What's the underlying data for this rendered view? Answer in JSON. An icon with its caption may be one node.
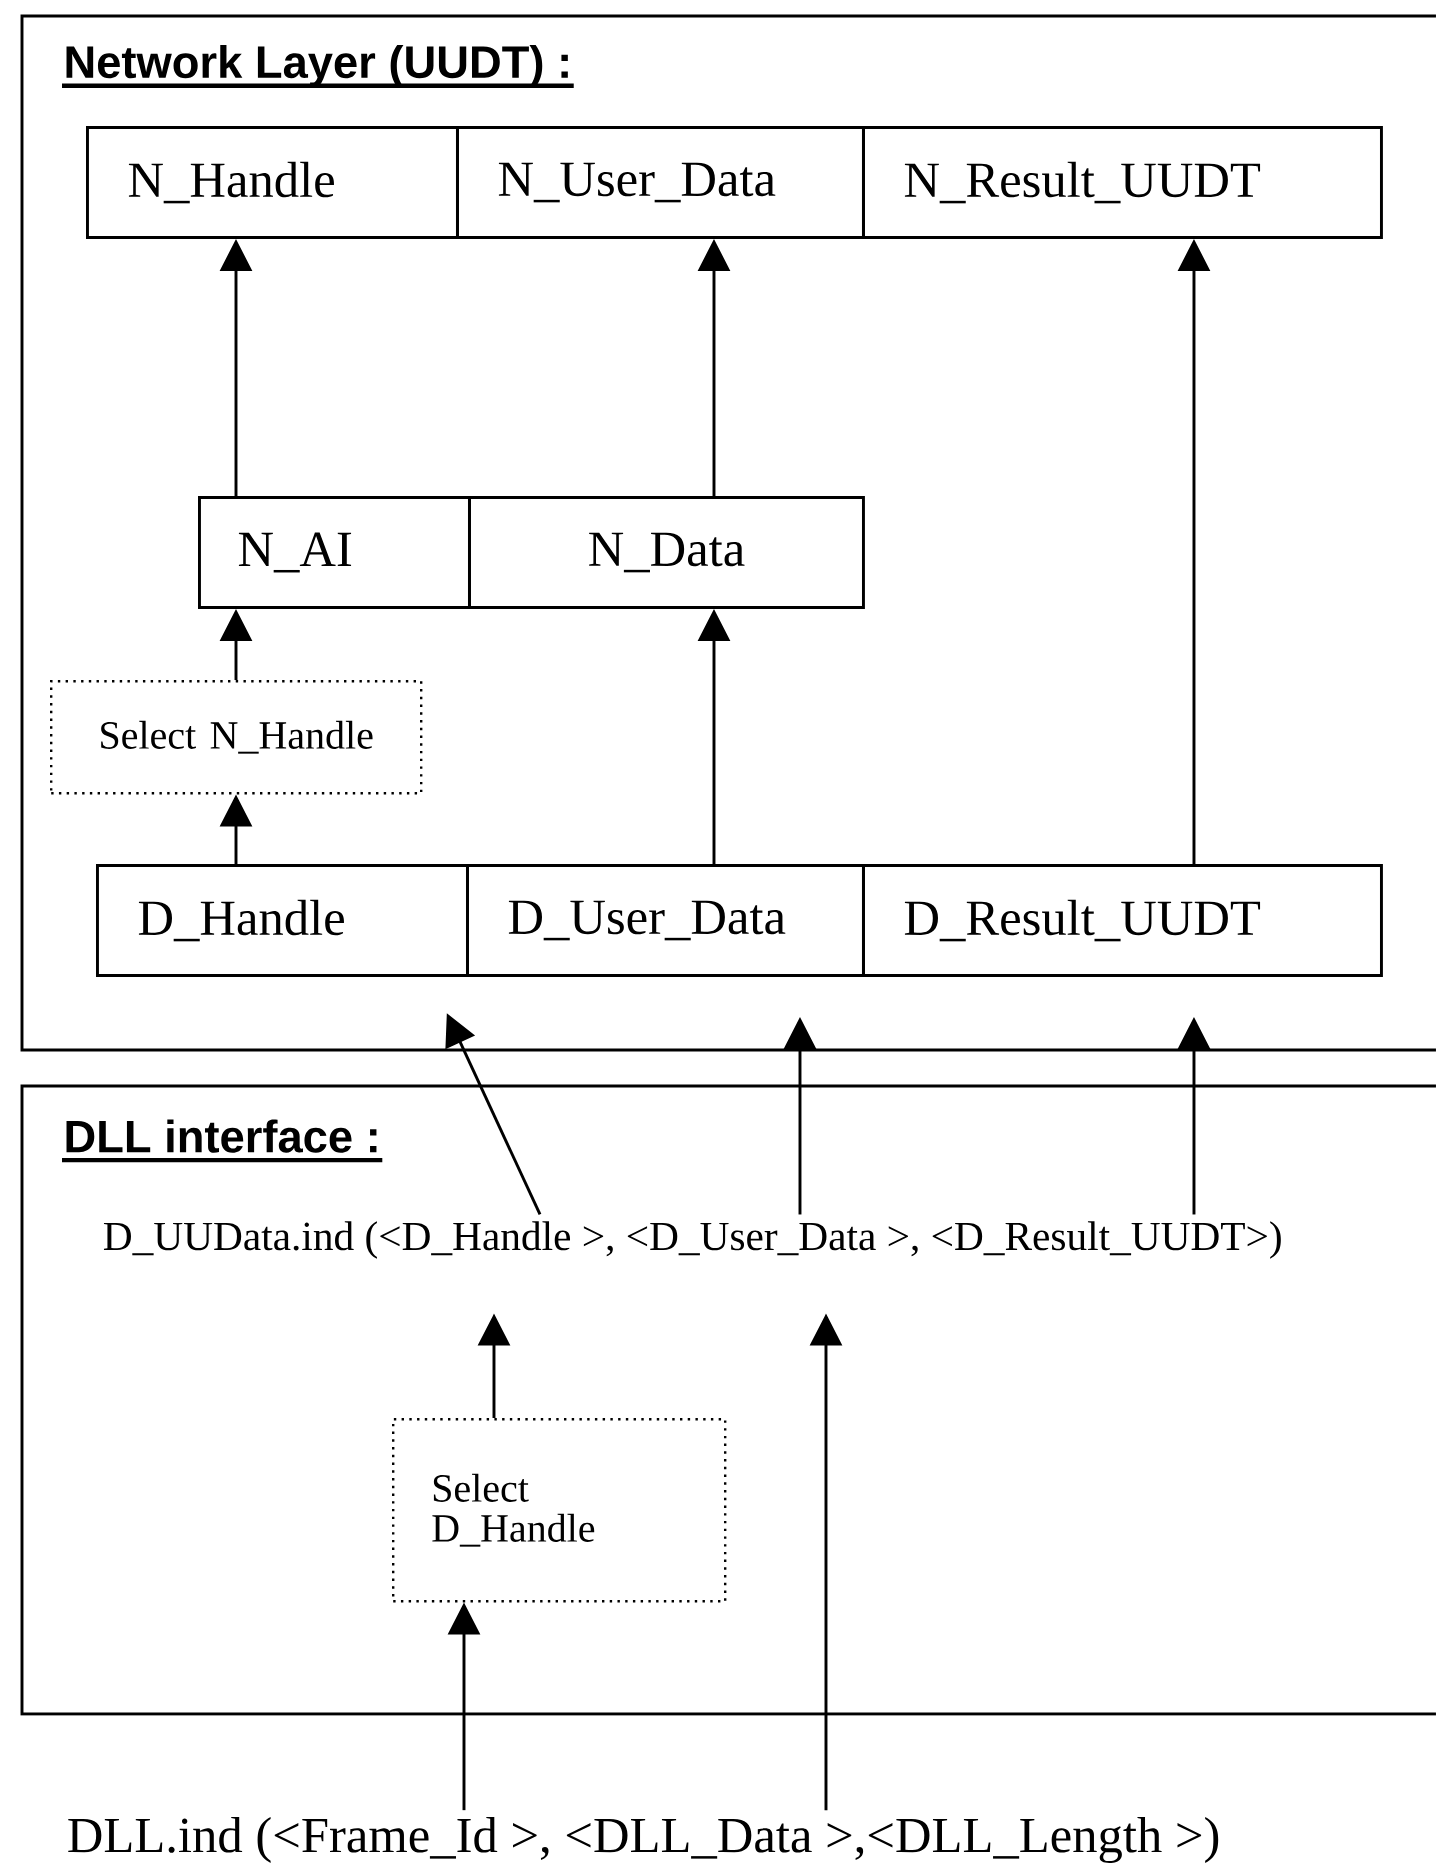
{
  "diagram": {
    "nodes": [
      {
        "text": [
          "Network Layer (UUDT) :"
        ]
      },
      {
        "text": [
          "N_Handle"
        ],
        "in": 0
      },
      {
        "text": [
          "N_User_Data"
        ],
        "in": 0
      },
      {
        "text": [
          "N_Result_UUDT"
        ],
        "in": 0
      },
      {
        "text": [
          "N_AI"
        ],
        "in": 0
      },
      {
        "text": [
          "N_Data"
        ],
        "in": 0
      },
      {
        "text": [
          "Select N_Handle"
        ],
        "in": 0
      },
      {
        "text": [
          "D_Handle"
        ],
        "in": 0
      },
      {
        "text": [
          "D_User_Data"
        ],
        "in": 0
      },
      {
        "text": [
          "D_Result_UUDT"
        ],
        "in": 0
      },
      {
        "text": [
          "DLL interface :"
        ]
      },
      {
        "text": [
          "D_UUData.ind (<D_Handle >, <D_User_Data >, <D_Result_UUDT>)"
        ],
        "in": 10
      },
      {
        "text": [
          "Select D_Handle"
        ],
        "in": 10
      },
      {
        "text": [
          "DLL.ind (<Frame_Id >, <DLL_Data >,<DLL_Length >)"
        ]
      }
    ],
    "edges": [
      {
        "from": 4,
        "to": 1,
        "arrow": "to"
      },
      {
        "from": 5,
        "to": 2,
        "arrow": "to"
      },
      {
        "from": 9,
        "to": 3,
        "arrow": "to"
      },
      {
        "from": 6,
        "to": 4,
        "arrow": "to"
      },
      {
        "from": 7,
        "to": 6,
        "arrow": "to"
      },
      {
        "from": 8,
        "to": 5,
        "arrow": "to"
      },
      {
        "from": 11,
        "to": 7,
        "arrow": "to"
      },
      {
        "from": 11,
        "to": 8,
        "arrow": "to"
      },
      {
        "from": 11,
        "to": 9,
        "arrow": "to"
      },
      {
        "from": 12,
        "to": 11,
        "arrow": "to"
      },
      {
        "from": 13,
        "to": 12,
        "arrow": "to"
      },
      {
        "from": 13,
        "to": 11,
        "arrow": "to"
      }
    ]
  }
}
